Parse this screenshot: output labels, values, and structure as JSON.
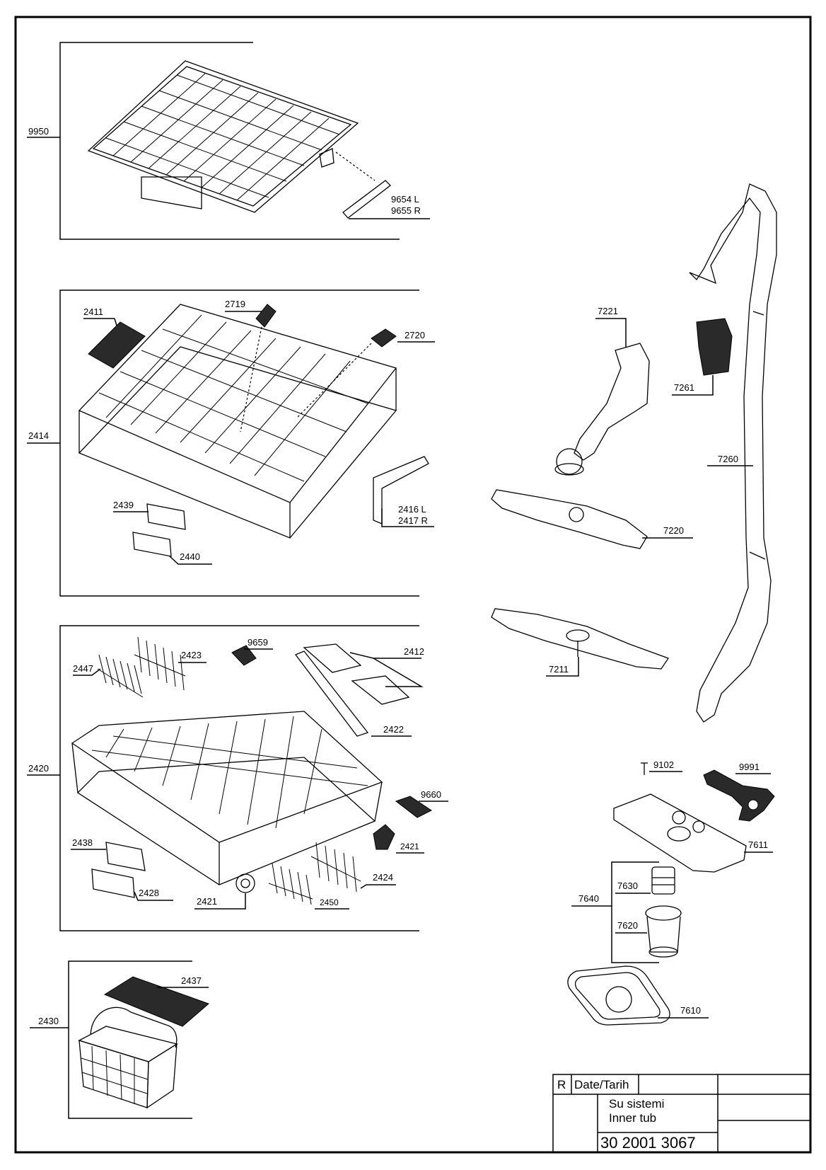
{
  "labels": {
    "9950": "9950",
    "9654": "9654 L",
    "9655": "9655 R",
    "2414": "2414",
    "2411": "2411",
    "2719": "2719",
    "2720": "2720",
    "2416": "2416 L",
    "2417": "2417 R",
    "2439": "2439",
    "2440": "2440",
    "2420": "2420",
    "2447": "2447",
    "2423": "2423",
    "9659": "9659",
    "2412": "2412",
    "2422": "2422",
    "9660": "9660",
    "2421a": "2421",
    "2438": "2438",
    "2428": "2428",
    "2421b": "2421",
    "2450": "2450",
    "2424": "2424",
    "2430": "2430",
    "2437": "2437",
    "7221": "7221",
    "7261": "7261",
    "7260": "7260",
    "7220": "7220",
    "7211": "7211",
    "9102": "9102",
    "9991": "9991",
    "7611": "7611",
    "7640": "7640",
    "7630": "7630",
    "7620": "7620",
    "7610": "7610"
  },
  "title_block": {
    "revision": "R",
    "date_label": "Date/Tarih",
    "title_tr": "Su sistemi",
    "title_en": "Inner tub",
    "drawing_number": "30 2001 3067"
  }
}
